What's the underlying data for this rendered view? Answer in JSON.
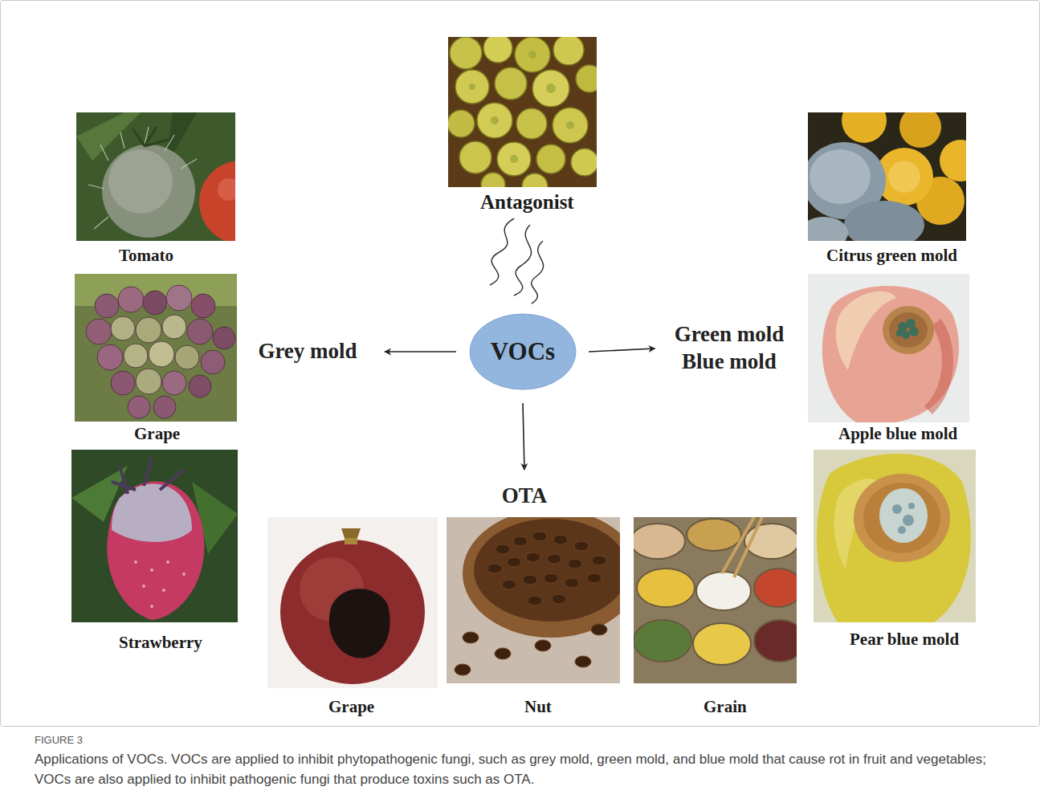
{
  "diagram": {
    "caption": "Applications of VOCs. VOCs are applied to inhibit phytopathogenic fungi, such as grey mold, green mold, and blue mold that cause rot in fruit and vegetables; VOCs are also applied to inhibit pathogenic fungi that produce toxins such as OTA.",
    "nodes": [
      {
        "text": [
          "VOCs"
        ]
      },
      {
        "text": [
          "Grey mold"
        ]
      },
      {
        "text": [
          "Green mold",
          "Blue mold"
        ]
      },
      {
        "text": [
          "OTA"
        ]
      }
    ],
    "edges": [
      {
        "from": 0,
        "to": 1,
        "arrow": "to"
      },
      {
        "from": 0,
        "to": 2,
        "arrow": "to"
      },
      {
        "from": 0,
        "to": 3,
        "arrow": "to"
      }
    ],
    "labels": [
      "Antagonist",
      "Tomato",
      "Grape",
      "Strawberry",
      "Citrus green mold",
      "Apple blue mold",
      "Pear blue mold",
      "Grape",
      "Nut",
      "Grain",
      "FIGURE 3"
    ]
  }
}
